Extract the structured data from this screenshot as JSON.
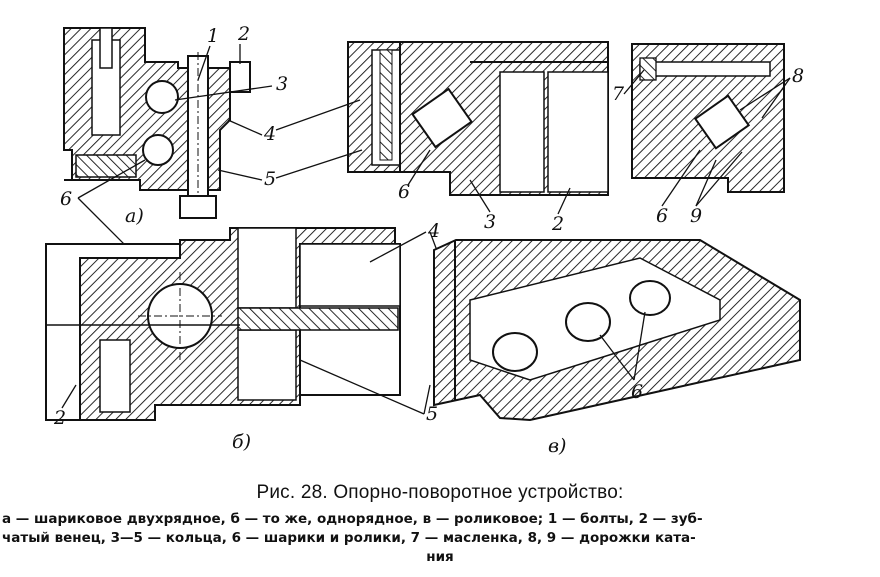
{
  "figure": {
    "views": {
      "a": {
        "sublabel": "а)",
        "callouts": [
          "1",
          "2",
          "3",
          "4",
          "5",
          "6"
        ]
      },
      "b": {
        "sublabel": "б)",
        "callouts": [
          "4",
          "5",
          "2",
          "6"
        ]
      },
      "v": {
        "sublabel": "в)",
        "callouts": [
          "6"
        ]
      },
      "top_middle": {
        "callouts": [
          "6",
          "3",
          "2"
        ]
      },
      "top_right": {
        "callouts": [
          "7",
          "8",
          "6",
          "9"
        ]
      }
    }
  },
  "caption": {
    "title": "Рис. 28. Опорно-поворотное устройство:",
    "line1": "а — шариковое двухрядное, б — то же, однорядное, в — роликовое; 1 — болты, 2 — зуб-",
    "line2": "чатый венец, 3—5 — кольца, 6 — шарики и ролики, 7 — масленка, 8, 9 — дорожки ката-",
    "line3": "ния"
  }
}
